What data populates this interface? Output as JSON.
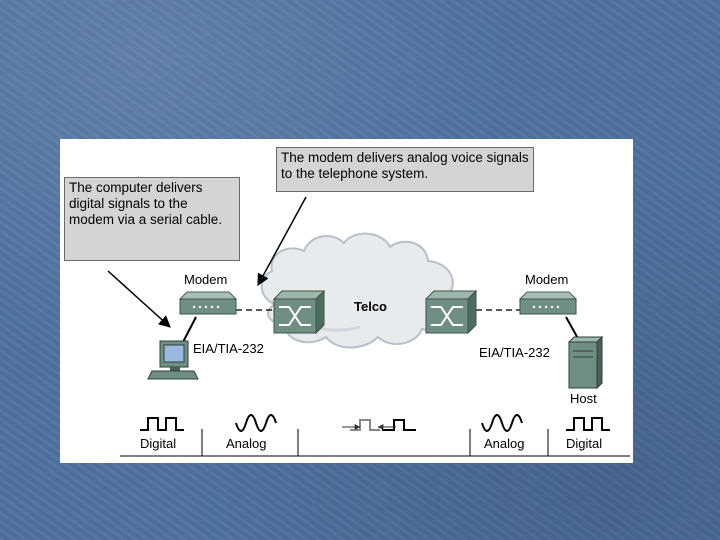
{
  "callouts": {
    "modem": "The modem delivers analog voice signals to the telephone system.",
    "computer": "The computer delivers digital signals to the modem via a serial cable."
  },
  "labels": {
    "modem_left": "Modem",
    "modem_right": "Modem",
    "telco": "Telco",
    "eia_left": "EIA/TIA-232",
    "eia_right": "EIA/TIA-232",
    "host": "Host"
  },
  "signals": {
    "digital_left": "Digital",
    "analog_left": "Analog",
    "analog_right": "Analog",
    "digital_right": "Digital"
  },
  "colors": {
    "background": "#4f72a0",
    "callout_fill": "#d4d4d4",
    "device_green": "#6f8f82",
    "cloud": "#e8ebee"
  },
  "icons": [
    "computer-icon",
    "modem-icon",
    "switch-icon",
    "cloud-icon",
    "host-server-icon",
    "arrow-icon",
    "square-wave-icon",
    "sine-wave-icon"
  ]
}
